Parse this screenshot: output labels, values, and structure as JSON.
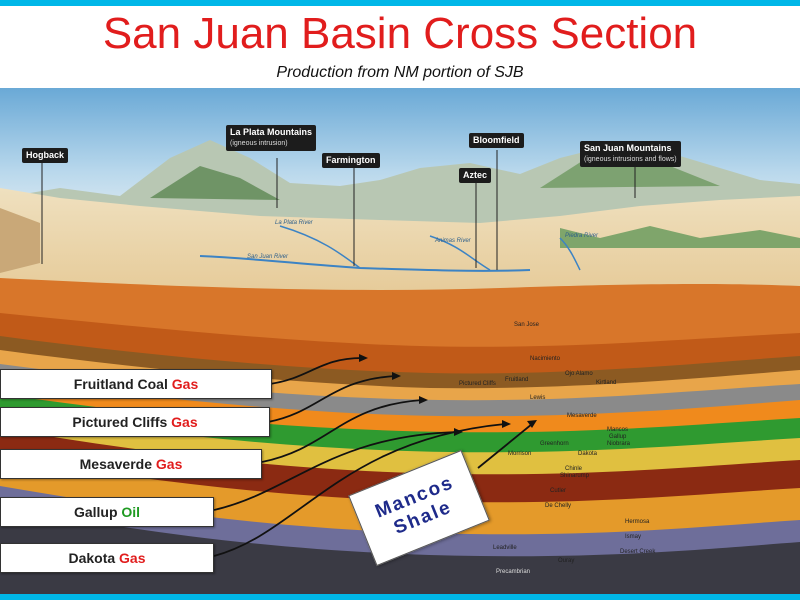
{
  "title": "San Juan Basin Cross Section",
  "subtitle": "Production from NM portion of SJB",
  "places": {
    "hogback": "Hogback",
    "la_plata": "La Plata Mountains",
    "la_plata_sub": "(igneous intrusion)",
    "farmington": "Farmington",
    "bloomfield": "Bloomfield",
    "aztec": "Aztec",
    "san_juan_mtns": "San Juan Mountains",
    "san_juan_mtns_sub": "(igneous intrusions and flows)"
  },
  "rivers": {
    "la_plata": "La Plata River",
    "animas": "Animas River",
    "san_juan": "San Juan River",
    "piedra": "Piedra River"
  },
  "formations": {
    "san_jose": "San Jose",
    "nacimiento": "Nacimiento",
    "ojo_alamo": "Ojo Alamo",
    "kirtland": "Kirtland",
    "pictured_cliffs": "Pictured Cliffs",
    "fruitland": "Fruitland",
    "lewis": "Lewis",
    "mesaverde": "Mesaverde",
    "mancos": "Mancos",
    "gallup": "Gallup",
    "niobrara": "Niobrara",
    "greenhorn": "Greenhorn",
    "morrison": "Morrison",
    "dakota": "Dakota",
    "chinle": "Chinle",
    "shinarump": "Shinarump",
    "cutler": "Cutler",
    "de_chelly": "De Chelly",
    "hermosa": "Hermosa",
    "ismay": "Ismay",
    "desert_creek": "Desert Creek",
    "leadville": "Leadville",
    "ouray": "Ouray",
    "precambrian": "Precambrian"
  },
  "labels": [
    {
      "name": "Fruitland Coal",
      "resource": "Gas",
      "color": "#e11d1d"
    },
    {
      "name": "Pictured Cliffs",
      "resource": "Gas",
      "color": "#e11d1d"
    },
    {
      "name": "Mesaverde",
      "resource": "Gas",
      "color": "#e11d1d"
    },
    {
      "name": "Gallup",
      "resource": "Oil",
      "color": "#1f9a22"
    },
    {
      "name": "Dakota",
      "resource": "Gas",
      "color": "#e11d1d"
    }
  ],
  "mancos_label": {
    "line1": "Mancos",
    "line2": "Shale"
  },
  "colors": {
    "title": "#e11d1d",
    "accent_bar": "#00b7e8",
    "gas": "#e11d1d",
    "oil": "#1f9a22",
    "mancos_text": "#1e2a8a"
  }
}
